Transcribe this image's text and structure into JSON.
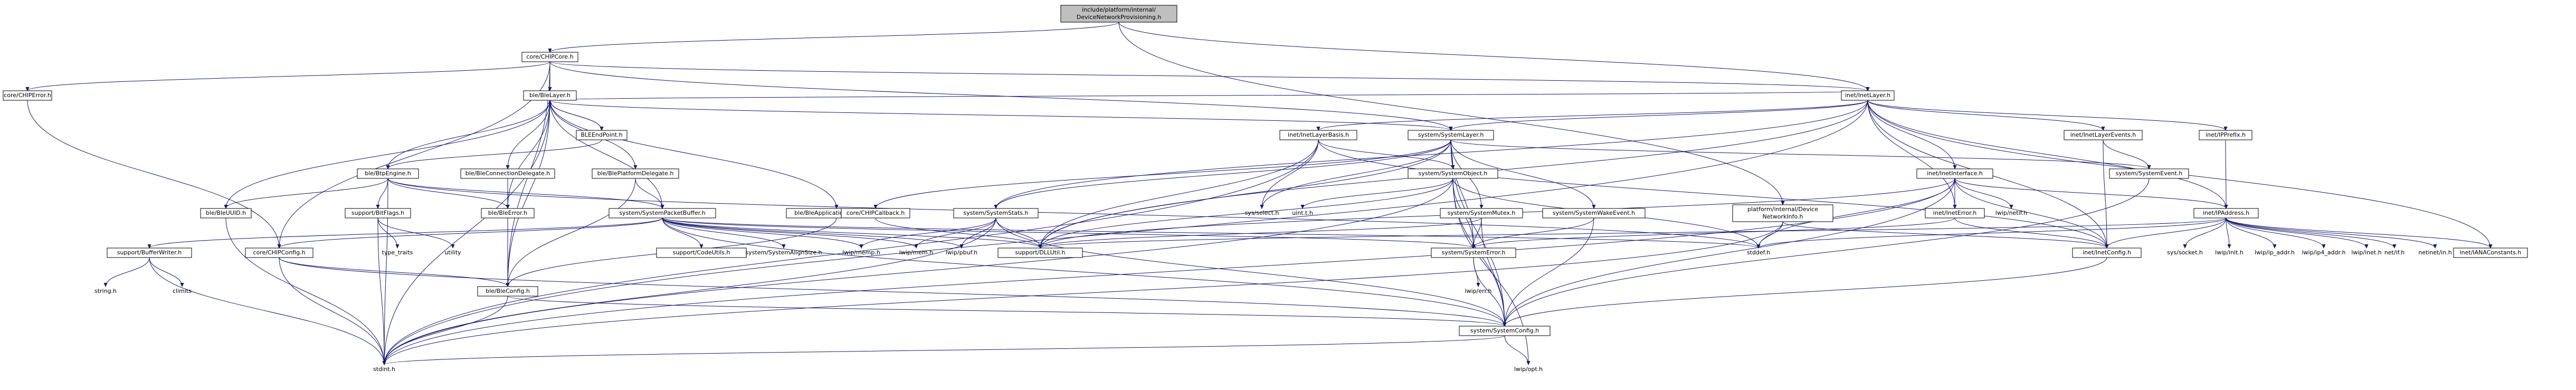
{
  "root": {
    "label_1": "include/platform/internal/",
    "label_2": "DeviceNetworkProvisioning.h"
  },
  "colors": {
    "edge": "#191970",
    "root_fill": "#bfbfbf",
    "node_fill": "#ffffff"
  },
  "nodes": {
    "chipcore": "core/CHIPCore.h",
    "chiperror": "core/CHIPError.h",
    "blelayer": "ble/BleLayer.h",
    "inetlayer": "inet/InetLayer.h",
    "bleendpoint": "BLEEndPoint.h",
    "blebtpengine": "ble/BtpEngine.h",
    "bleconndelegate": "ble/BleConnectionDelegate.h",
    "bleplatdelegate": "ble/BlePlatformDelegate.h",
    "inetlayerbasis": "inet/InetLayerBasis.h",
    "syslayer": "system/SystemLayer.h",
    "syssysobject": "system/SystemObject.h",
    "inetlayerevents": "inet/InetLayerEvents.h",
    "inetipprefix": "inet/IPPrefix.h",
    "inetinterface": "inet/InetInterface.h",
    "syssysevent": "system/SystemEvent.h",
    "blebleuuid": "ble/BleUUID.h",
    "supportbitflags": "support/BitFlags.h",
    "bleerror": "ble/BleError.h",
    "syspacketbuffer": "system/SystemPacketBuffer.h",
    "bleappdelegate": "ble/BleApplicationDelegate.h",
    "chipcallback": "core/CHIPCallback.h",
    "sysstats": "system/SystemStats.h",
    "sysselect": "sys/select.h",
    "uint_t": "uint.t.h",
    "sysmutex": "system/SystemMutex.h",
    "syswakeevent": "system/SystemWakeEvent.h",
    "platinternal_1": "platform/internal/Device",
    "platinternal_2": "NetworkInfo.h",
    "ineterror": "inet/InetError.h",
    "lwipnetif": "lwip/netif.h",
    "inetipaddress": "inet/IPAddress.h",
    "supportbufwriter": "support/BufferWriter.h",
    "chipconfig": "core/CHIPConfig.h",
    "typetraits": "type_traits",
    "utility": "utility",
    "supportcodeutils": "support/CodeUtils.h",
    "sysalignsize": "system/SystemAlignSize.h",
    "lwipmemp": "lwip/memp.h",
    "lwipmem": "lwip/mem.h",
    "lwippbuf": "lwip/pbuf.h",
    "supportdllutil": "support/DLLUtil.h",
    "syssyserror": "system/SystemError.h",
    "stddef": "stddef.h",
    "inetconfig": "inet/InetConfig.h",
    "syssocket": "sys/socket.h",
    "lwipinit": "lwip/init.h",
    "lwipipaddr": "lwip/ip_addr.h",
    "lwipip4addr": "lwip/ip4_addr.h",
    "lwipinet": "lwip/inet.h",
    "netif": "net/if.h",
    "netinetin": "netinet/in.h",
    "ianaconst": "inet/IANAConstants.h",
    "stringh": "string.h",
    "climits": "climits",
    "bleconfig": "ble/BleConfig.h",
    "lwiperr": "lwip/err.h",
    "sysconfig": "system/SystemConfig.h",
    "stdint": "stdint.h",
    "lwipopt": "lwip/opt.h"
  }
}
